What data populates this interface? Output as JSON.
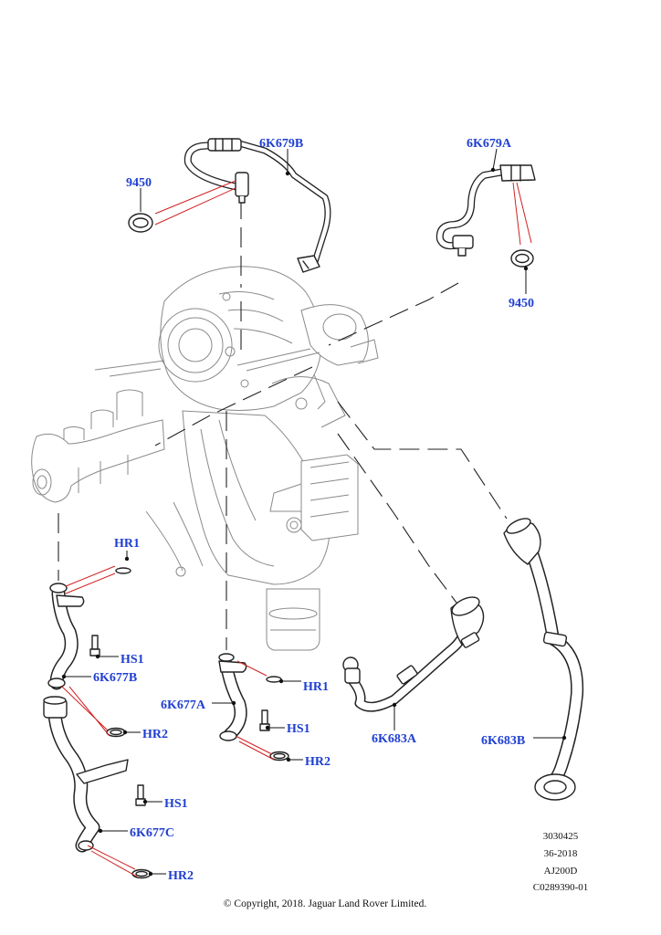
{
  "labels": {
    "p_6k679b": "6K679B",
    "p_6k679a": "6K679A",
    "p_9450_left": "9450",
    "p_9450_right": "9450",
    "p_hr1_left": "HR1",
    "p_hs1_left": "HS1",
    "p_6k677b": "6K677B",
    "p_hr2_left": "HR2",
    "p_hs1_lower": "HS1",
    "p_6k677c": "6K677C",
    "p_hr2_bottom": "HR2",
    "p_hr1_mid": "HR1",
    "p_6k677a": "6K677A",
    "p_hs1_mid": "HS1",
    "p_hr2_mid": "HR2",
    "p_6k683a": "6K683A",
    "p_6k683b": "6K683B"
  },
  "info": {
    "line1": "3030425",
    "line2": "36-2018",
    "line3": "AJ200D",
    "line4": "C0289390-01"
  },
  "copyright": "© Copyright, 2018. Jaguar Land Rover Limited.",
  "colors": {
    "label_blue": "#1f3fd0",
    "leader_red": "#d12020",
    "line_dark": "#222222",
    "engine_grey": "#8a8a8a"
  }
}
